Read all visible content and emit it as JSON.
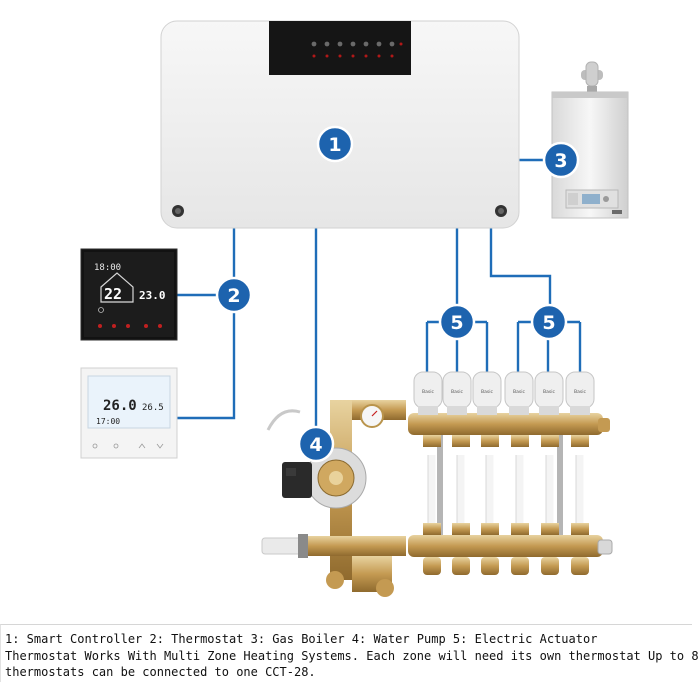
{
  "colors": {
    "wire": "#1f6db8",
    "marker_fill": "#1d63ae",
    "marker_text": "#ffffff",
    "controller_body": "#f2f2f2",
    "panel_black": "#1b1b1b",
    "brass": "#c7a05a",
    "actuator_white": "#eeeeee"
  },
  "markers": [
    {
      "label": "1",
      "target": "smart-controller"
    },
    {
      "label": "2",
      "target": "thermostats"
    },
    {
      "label": "3",
      "target": "gas-boiler"
    },
    {
      "label": "4",
      "target": "water-pump"
    },
    {
      "label": "5",
      "target": "actuators-left"
    },
    {
      "label": "5",
      "target": "actuators-right"
    }
  ],
  "thermostat_black": {
    "clock": "18:00",
    "room_temp": "22",
    "set_temp": "23.0"
  },
  "thermostat_white": {
    "room_temp": "26.0",
    "set_temp": "26.5",
    "clock": "17:00"
  },
  "actuator_label": "Basic",
  "caption": {
    "line1": "1: Smart Controller 2: Thermostat 3: Gas Boiler 4: Water Pump 5: Electric Actuator",
    "line2": "Thermostat Works With Multi Zone Heating Systems. Each zone will need its own thermostat Up to 8",
    "line3": "thermostats can be connected to one CCT-28."
  }
}
